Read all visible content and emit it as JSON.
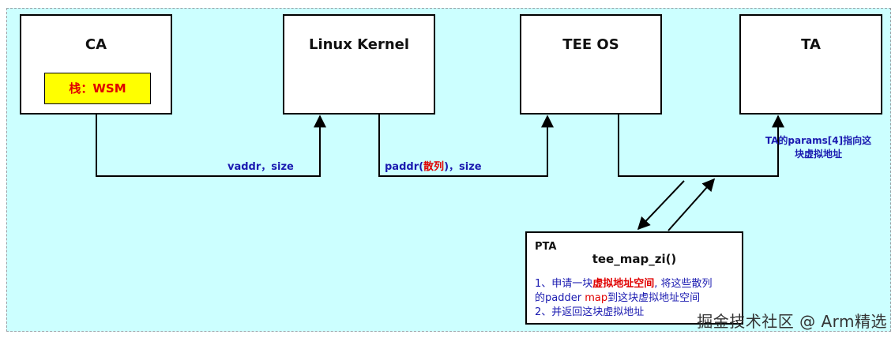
{
  "boxes": {
    "ca": {
      "title": "CA",
      "stack_label": "栈：WSM"
    },
    "kernel": {
      "title": "Linux Kernel"
    },
    "tee_os": {
      "title": "TEE OS"
    },
    "ta": {
      "title": "TA"
    }
  },
  "edges": {
    "ca_to_kernel": "vaddr，size",
    "kernel_to_tee": {
      "prefix": "paddr(",
      "highlight": "散列",
      "suffix": ")，size"
    },
    "tee_to_ta": {
      "line1": "TA的params[4]指向这",
      "line2": "块虚拟地址"
    }
  },
  "pta": {
    "title": "PTA",
    "function": "tee_map_zi()",
    "line1_prefix": "1、申请一块",
    "line1_highlight": "虚拟地址空间",
    "line1_suffix": ", 将这些散列",
    "line2_prefix": "的padder ",
    "line2_highlight": "map",
    "line2_suffix": "到这块虚拟地址空间",
    "line3": "2、并返回这块虚拟地址"
  },
  "watermark": "掘金技术社区 @ Arm精选",
  "colors": {
    "background": "#ccffff",
    "stack_fill": "#ffff00",
    "highlight": "#e00000",
    "label_blue": "#1a1ab0"
  }
}
